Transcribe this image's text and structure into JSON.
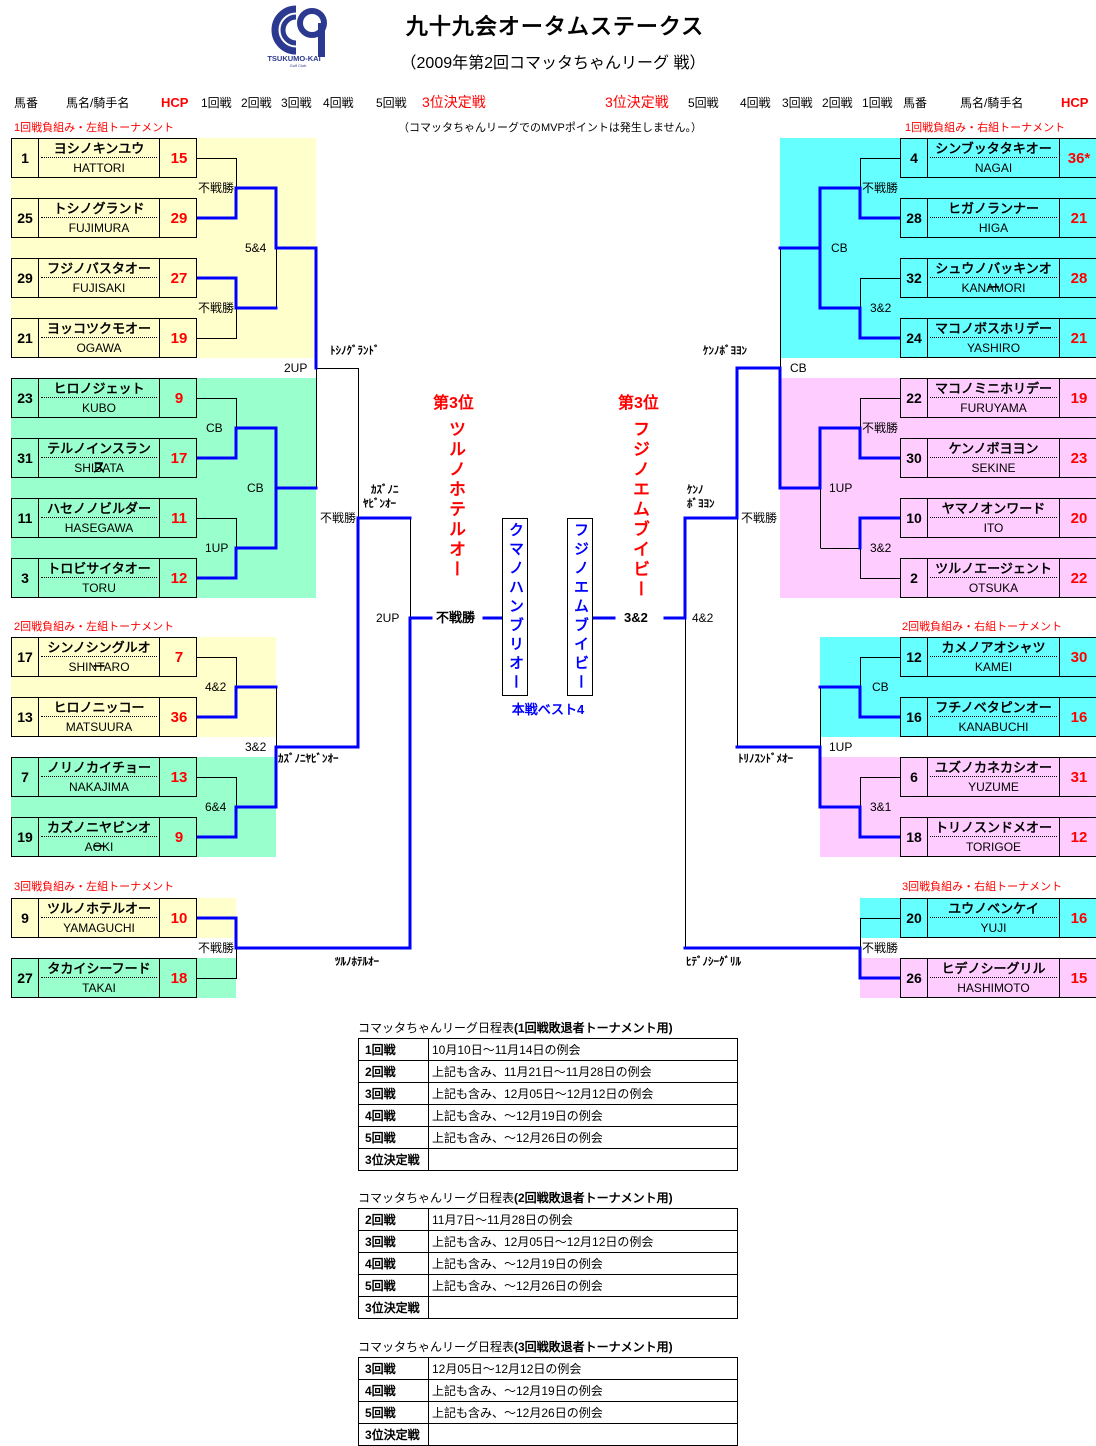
{
  "colors": {
    "yellow_group": "#FFFFCC",
    "green_group": "#99FFCC",
    "cyan_group": "#66FFFF",
    "pink_group": "#FFCCFF",
    "winner_line": "#0000FF",
    "accent_red": "#FF0000",
    "logo_blue": "#2B3990"
  },
  "header": {
    "title": "九十九会オータムステークス",
    "subtitle": "（2009年第2回コマッタちゃんリーグ 戦）",
    "logo_text": "TSUKUMO-KAI",
    "logo_subtext": "Golf Club"
  },
  "columns": {
    "left": {
      "no": "馬番",
      "name": "馬名/騎手名",
      "hcp": "HCP",
      "r1": "1回戦",
      "r2": "2回戦",
      "r3": "3回戦",
      "r4": "4回戦",
      "r5": "5回戦",
      "third": "3位決定戦"
    },
    "right": {
      "third": "3位決定戦",
      "r5": "5回戦",
      "r4": "4回戦",
      "r3": "3回戦",
      "r2": "2回戦",
      "r1": "1回戦",
      "no": "馬番",
      "name": "馬名/騎手名",
      "hcp": "HCP"
    }
  },
  "notice": "（コマッタちゃんリーグでのMVPポイントは発生しません。）",
  "group_labels": {
    "left_1": "1回戦負組み・左組トーナメント",
    "right_1": "1回戦負組み・右組トーナメント",
    "left_2": "2回戦負組み・左組トーナメント",
    "right_2": "2回戦負組み・右組トーナメント",
    "left_3": "3回戦負組み・左組トーナメント",
    "right_3": "3回戦負組み・右組トーナメント"
  },
  "left_entries": [
    {
      "no": "1",
      "horse": "ヨシノキンユウ",
      "jockey": "HATTORI",
      "hcp": "15"
    },
    {
      "no": "25",
      "horse": "トシノグランド",
      "jockey": "FUJIMURA",
      "hcp": "29"
    },
    {
      "no": "29",
      "horse": "フジノバスタオー",
      "jockey": "FUJISAKI",
      "hcp": "27"
    },
    {
      "no": "21",
      "horse": "ヨッコツクモオー",
      "jockey": "OGAWA",
      "hcp": "19"
    },
    {
      "no": "23",
      "horse": "ヒロノジェット",
      "jockey": "KUBO",
      "hcp": "9"
    },
    {
      "no": "31",
      "horse": "テルノインスランス",
      "jockey": "SHIBATA",
      "hcp": "17"
    },
    {
      "no": "11",
      "horse": "ハセノノビルダー",
      "jockey": "HASEGAWA",
      "hcp": "11"
    },
    {
      "no": "3",
      "horse": "トロビサイタオー",
      "jockey": "TORU",
      "hcp": "12"
    },
    {
      "no": "17",
      "horse": "シンノシングルオー",
      "jockey": "SHINTARO",
      "hcp": "7"
    },
    {
      "no": "13",
      "horse": "ヒロノニッコー",
      "jockey": "MATSUURA",
      "hcp": "36"
    },
    {
      "no": "7",
      "horse": "ノリノカイチョー",
      "jockey": "NAKAJIMA",
      "hcp": "13"
    },
    {
      "no": "19",
      "horse": "カズノニヤビンオー",
      "jockey": "AOKI",
      "hcp": "9"
    },
    {
      "no": "9",
      "horse": "ツルノホテルオー",
      "jockey": "YAMAGUCHI",
      "hcp": "10"
    },
    {
      "no": "27",
      "horse": "タカイシーフード",
      "jockey": "TAKAI",
      "hcp": "18"
    }
  ],
  "right_entries": [
    {
      "no": "4",
      "horse": "シンブッタタキオー",
      "jockey": "NAGAI",
      "hcp": "36*"
    },
    {
      "no": "28",
      "horse": "ヒガノランナー",
      "jockey": "HIGA",
      "hcp": "21"
    },
    {
      "no": "32",
      "horse": "シュウノバッキンオー",
      "jockey": "KANAMORI",
      "hcp": "28"
    },
    {
      "no": "24",
      "horse": "マコノボスホリデー",
      "jockey": "YASHIRO",
      "hcp": "21"
    },
    {
      "no": "22",
      "horse": "マコノミニホリデー",
      "jockey": "FURUYAMA",
      "hcp": "19"
    },
    {
      "no": "30",
      "horse": "ケンノボヨヨン",
      "jockey": "SEKINE",
      "hcp": "23"
    },
    {
      "no": "10",
      "horse": "ヤマノオンワード",
      "jockey": "ITO",
      "hcp": "20"
    },
    {
      "no": "2",
      "horse": "ツルノエージェント",
      "jockey": "OTSUKA",
      "hcp": "22"
    },
    {
      "no": "12",
      "horse": "カメノアオシャツ",
      "jockey": "KAMEI",
      "hcp": "30"
    },
    {
      "no": "16",
      "horse": "フチノベタピンオー",
      "jockey": "KANABUCHI",
      "hcp": "16"
    },
    {
      "no": "6",
      "horse": "ユズノカネカシオー",
      "jockey": "YUZUME",
      "hcp": "31"
    },
    {
      "no": "18",
      "horse": "トリノスンドメオー",
      "jockey": "TORIGOE",
      "hcp": "12"
    },
    {
      "no": "20",
      "horse": "ユウノベンケイ",
      "jockey": "YUJI",
      "hcp": "16"
    },
    {
      "no": "26",
      "horse": "ヒデノシーグリル",
      "jockey": "HASHIMOTO",
      "hcp": "15"
    }
  ],
  "results": {
    "left": {
      "g1_m1": "不戦勝",
      "g1_m2": "不戦勝",
      "g1_m12": "5&4",
      "g1_final": "2UP",
      "g1_m3": "CB",
      "g1_m34": "CB",
      "g1_m4": "1UP",
      "semi": "不戦勝",
      "g2_m1": "4&2",
      "g2_m12": "3&2",
      "g2_m2": "6&4",
      "r5": "2UP",
      "g3_m1": "不戦勝",
      "third_place": "不戦勝"
    },
    "right": {
      "third_place": "3&2",
      "r5": "4&2",
      "semi": "不戦勝",
      "g1_final": "CB",
      "g1_m12": "CB",
      "g1_m1": "不戦勝",
      "g1_m2": "3&2",
      "g1_m3": "不戦勝",
      "g1_m34": "1UP",
      "g1_m4": "3&2",
      "g2_m1": "CB",
      "g2_m12": "1UP",
      "g2_m2": "3&1",
      "g3_m1": "不戦勝"
    }
  },
  "advancers": {
    "left_block1": "ﾄｼﾉｸﾞﾗﾝﾄﾞ",
    "left_semi_line1": "ｶｽﾞﾉﾆ",
    "left_semi_line2": "ﾔﾋﾞﾝｵｰ",
    "left_block2": "ｶｽﾞﾉﾆﾔﾋﾞﾝｵｰ",
    "left_block3": "ﾂﾙﾉﾎﾃﾙｵｰ",
    "right_block1": "ｹﾝﾉﾎﾞﾖﾖﾝ",
    "right_semi_line1": "ｹﾝﾉ",
    "right_semi_line2": "ﾎﾞﾖﾖﾝ",
    "right_block2": "ﾄﾘﾉｽﾝﾄﾞﾒｵｰ",
    "right_block3": "ﾋﾃﾞﾉｼｰｸﾞﾘﾙ"
  },
  "center": {
    "left_place_label": "第3位",
    "left_place_name": "ツルノホテルオー",
    "right_place_label": "第3位",
    "right_place_name": "フジノエムブイビー",
    "best4_left": "クマノハンブリオー",
    "best4_right": "フジノエムブイビー",
    "best4_caption": "本戦ベスト4"
  },
  "schedules": [
    {
      "title": "コマッタちゃんリーグ日程表",
      "scope": "(1回戦敗退者トーナメント用)",
      "rows": [
        {
          "round": "1回戦",
          "dates": "10月10日〜11月14日の例会"
        },
        {
          "round": "2回戦",
          "dates": "上記も含み、11月21日〜11月28日の例会"
        },
        {
          "round": "3回戦",
          "dates": "上記も含み、12月05日〜12月12日の例会"
        },
        {
          "round": "4回戦",
          "dates": "上記も含み、〜12月19日の例会"
        },
        {
          "round": "5回戦",
          "dates": "上記も含み、〜12月26日の例会"
        },
        {
          "round": "3位決定戦",
          "dates": ""
        }
      ]
    },
    {
      "title": "コマッタちゃんリーグ日程表",
      "scope": "(2回戦敗退者トーナメント用)",
      "rows": [
        {
          "round": "2回戦",
          "dates": "11月7日〜11月28日の例会"
        },
        {
          "round": "3回戦",
          "dates": "上記も含み、12月05日〜12月12日の例会"
        },
        {
          "round": "4回戦",
          "dates": "上記も含み、〜12月19日の例会"
        },
        {
          "round": "5回戦",
          "dates": "上記も含み、〜12月26日の例会"
        },
        {
          "round": "3位決定戦",
          "dates": ""
        }
      ]
    },
    {
      "title": "コマッタちゃんリーグ日程表",
      "scope": "(3回戦敗退者トーナメント用)",
      "rows": [
        {
          "round": "3回戦",
          "dates": "12月05日〜12月12日の例会"
        },
        {
          "round": "4回戦",
          "dates": "上記も含み、〜12月19日の例会"
        },
        {
          "round": "5回戦",
          "dates": "上記も含み、〜12月26日の例会"
        },
        {
          "round": "3位決定戦",
          "dates": ""
        }
      ]
    }
  ]
}
